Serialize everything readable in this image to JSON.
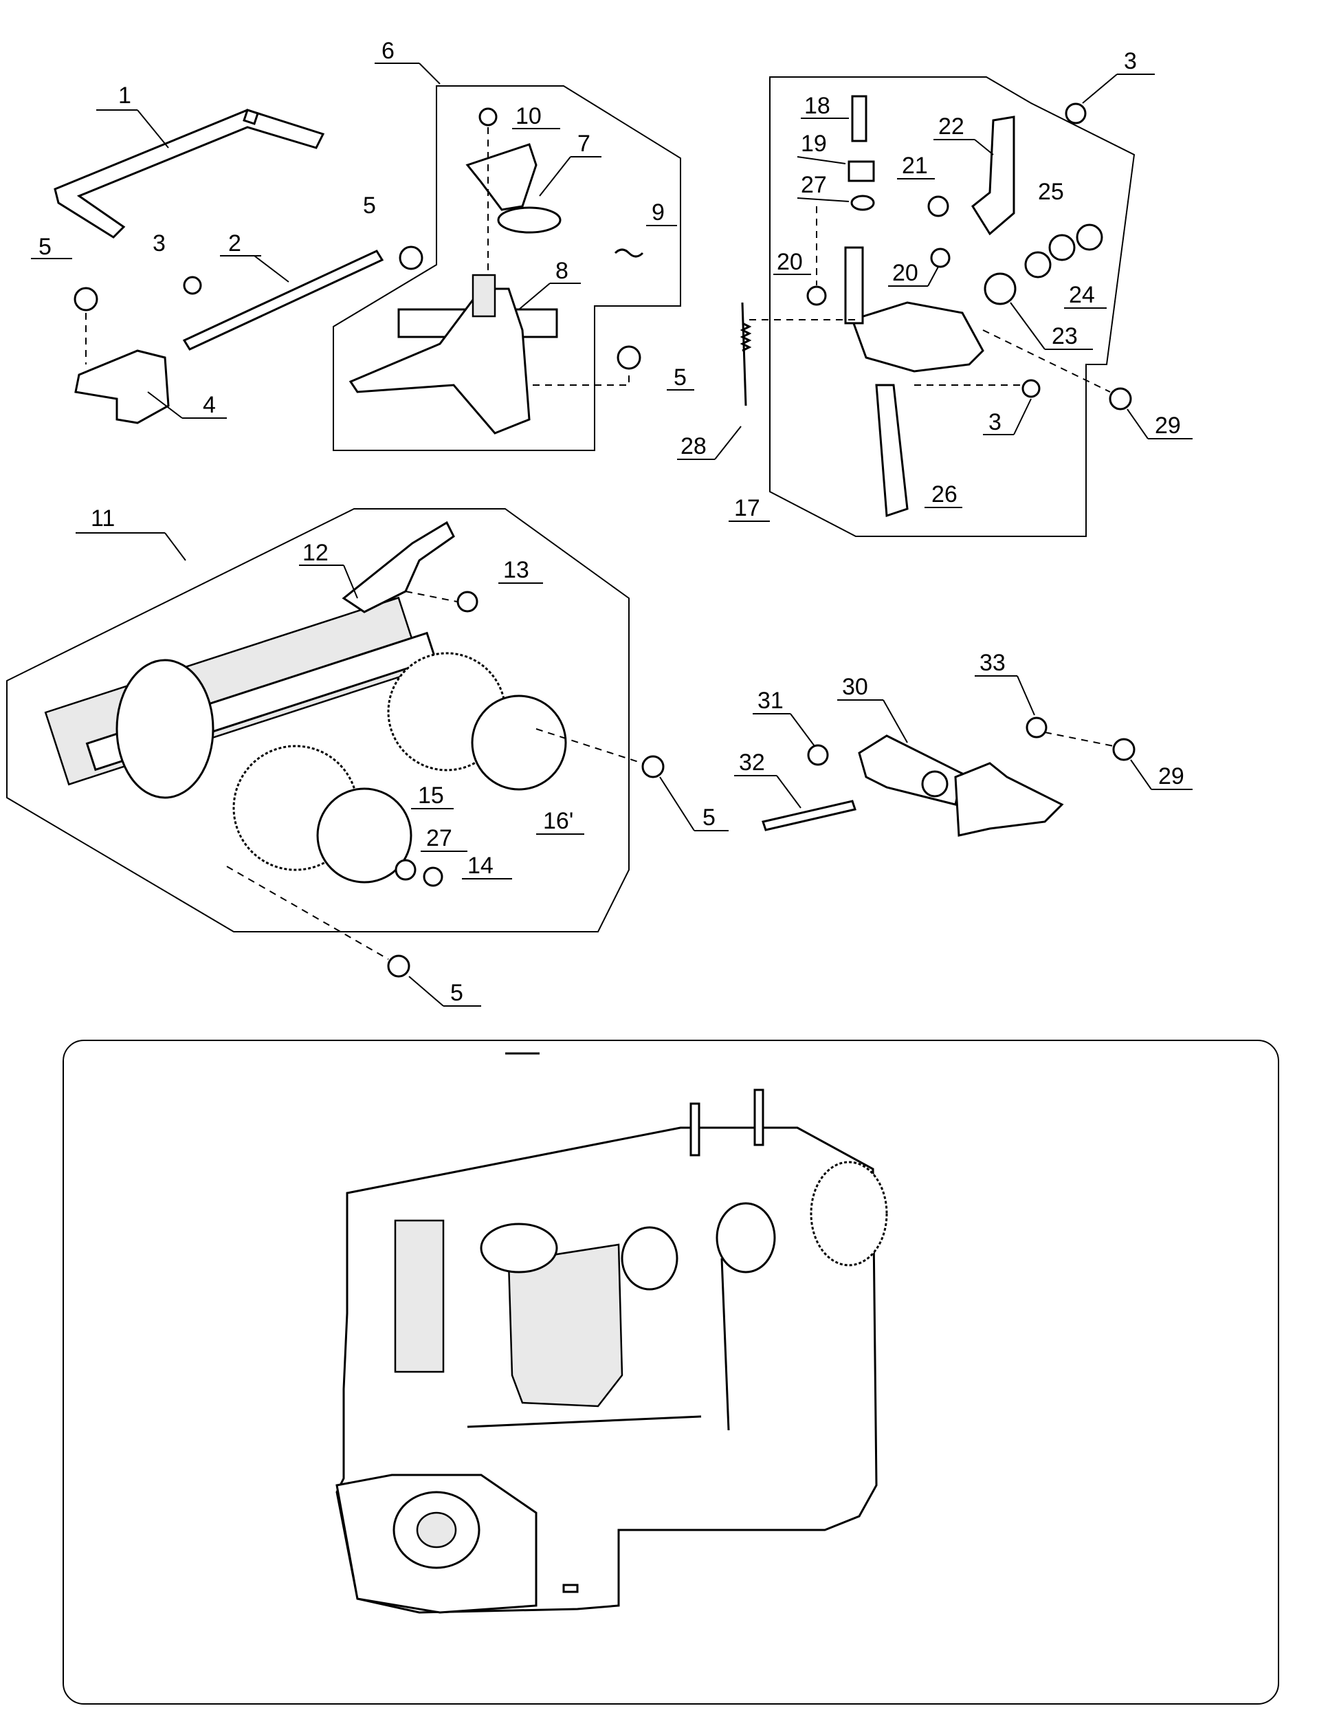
{
  "figure": {
    "callouts": [
      "1",
      "2",
      "3",
      "4",
      "5",
      "6",
      "7",
      "8",
      "9",
      "10",
      "11",
      "12",
      "13",
      "14",
      "15",
      "16",
      "17",
      "18",
      "19",
      "20",
      "21",
      "22",
      "23",
      "24",
      "25",
      "26",
      "27",
      "28",
      "29",
      "30",
      "31",
      "32",
      "33"
    ],
    "c5": "5",
    "c3": "3",
    "c20": "20",
    "c27": "27",
    "c29": "29",
    "c16": "16'"
  }
}
